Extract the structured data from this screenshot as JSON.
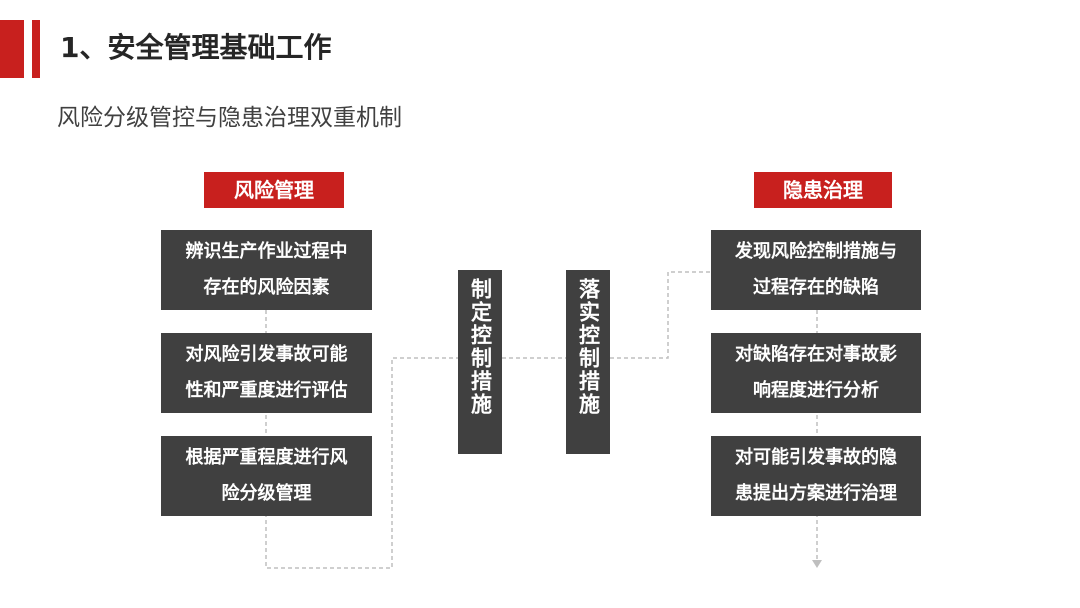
{
  "title": "1、安全管理基础工作",
  "subtitle": "风险分级管控与隐患治理双重机制",
  "risk_management": {
    "header": "风险管理",
    "steps": [
      {
        "line1": "辨识生产作业过程中",
        "line2": "存在的风险因素"
      },
      {
        "line1": "对风险引发事故可能",
        "line2": "性和严重度进行评估"
      },
      {
        "line1": "根据严重程度进行风",
        "line2": "险分级管理"
      }
    ]
  },
  "hazard_management": {
    "header": "隐患治理",
    "steps": [
      {
        "line1": "发现风险控制措施与",
        "line2": "过程存在的缺陷"
      },
      {
        "line1": "对缺陷存在对事故影",
        "line2": "响程度进行分析"
      },
      {
        "line1": "对可能引发事故的隐",
        "line2": "患提出方案进行治理"
      }
    ]
  },
  "measures": {
    "formulate": "制定控制措施",
    "implement": "落实控制措施"
  },
  "colors": {
    "accent": "#c8201e",
    "box": "#404040",
    "connector": "#bfbfbf"
  }
}
